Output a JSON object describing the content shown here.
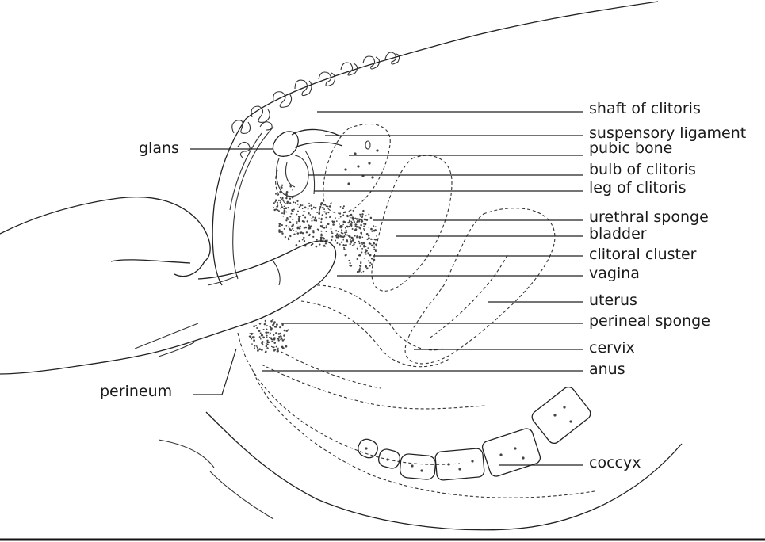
{
  "labels": {
    "glans": "glans",
    "perineum": "perineum",
    "shaft_of_clitoris": "shaft of clitoris",
    "suspensory_ligament": "suspensory ligament",
    "pubic_bone": "pubic bone",
    "bulb_of_clitoris": "bulb of clitoris",
    "leg_of_clitoris": "leg of clitoris",
    "urethral_sponge": "urethral sponge",
    "bladder": "bladder",
    "clitoral_cluster": "clitoral cluster",
    "vagina": "vagina",
    "uterus": "uterus",
    "perineal_sponge": "perineal sponge",
    "cervix": "cervix",
    "anus": "anus",
    "coccyx": "coccyx"
  }
}
